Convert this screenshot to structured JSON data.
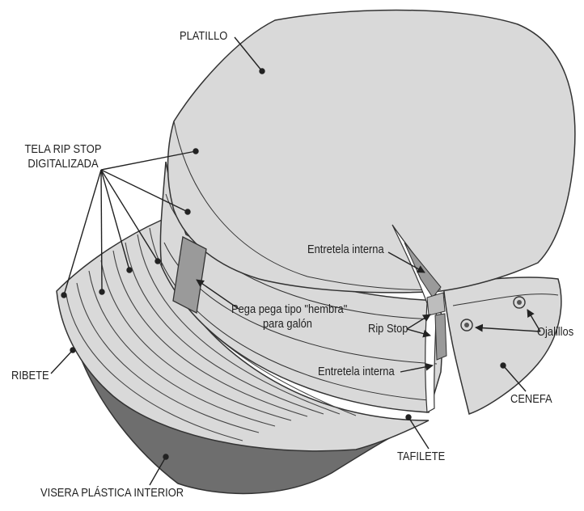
{
  "labels": {
    "platillo": "PLATILLO",
    "tela_line1": "TELA RIP STOP",
    "tela_line2": "DIGITALIZADA",
    "entretela_top": "Entretela interna",
    "pega_line1": "Pega pega tipo \"hembra\"",
    "pega_line2": "para galón",
    "rip_stop": "Rip Stop",
    "ojalillos": "Ojalillos",
    "entretela_bottom": "Entretela interna",
    "cenefa": "CENEFA",
    "ribete": "RIBETE",
    "tafilete": "TAFILETE",
    "visera": "VISERA PLÁSTICA INTERIOR"
  },
  "colors": {
    "fabric": "#d9d9d9",
    "fabric_shade": "#cfcfcf",
    "visor_plastic": "#6e6e6e",
    "patch": "#9a9a9a",
    "outline": "#333333",
    "text": "#222222"
  }
}
